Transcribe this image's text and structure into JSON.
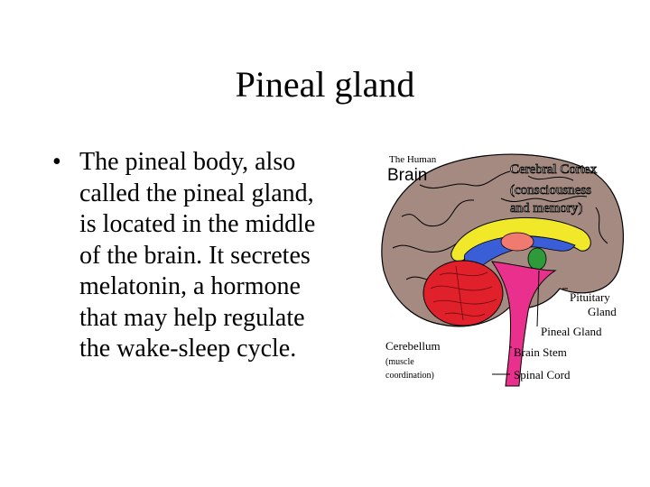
{
  "slide": {
    "title": "Pineal gland",
    "bullet_symbol": "•",
    "bullet_text": "The pineal body, also\ncalled the pineal gland,\nis located in the middle\nof the brain. It secretes\nmelatonin, a hormone\nthat may help regulate\nthe wake-sleep cycle."
  },
  "diagram": {
    "heading_small": "The Human",
    "heading_large": "Brain",
    "cortex_line1": "Cerebral Cortex",
    "cortex_line2": "(consciousness",
    "cortex_line3": "and memory)",
    "pituitary_line1": "Pituitary",
    "pituitary_line2": "Gland",
    "pineal": "Pineal Gland",
    "brainstem": "Brain Stem",
    "spinalcord": "Spinal Cord",
    "cerebellum_line1": "Cerebellum",
    "cerebellum_line2": "(muscle",
    "cerebellum_line3": "coordination)",
    "colors": {
      "cortex": "#a48a80",
      "cerebellum": "#e0202a",
      "brainstem": "#e8308c",
      "corpus_callosum": "#f2e82a",
      "ventricle": "#3a5ed8",
      "thalamus": "#f07a70",
      "pineal": "#2e9a3a"
    }
  }
}
